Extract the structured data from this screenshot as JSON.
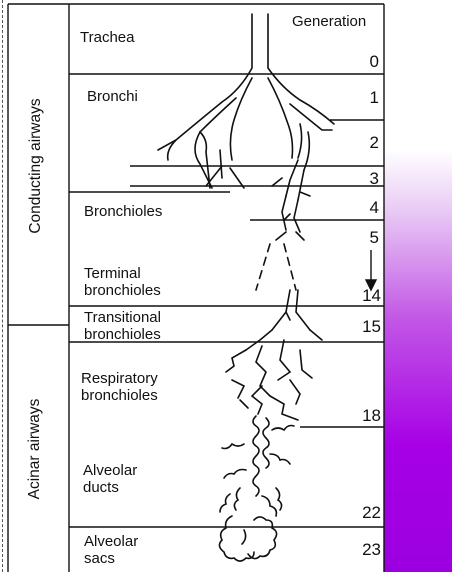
{
  "header": {
    "generation_label": "Generation"
  },
  "zones": {
    "conducting": "Conducting airways",
    "acinar": "Acinar airways"
  },
  "rows": [
    {
      "id": "trachea",
      "label": "Trachea",
      "generation": "0"
    },
    {
      "id": "bronchi",
      "label": "Bronchi",
      "generation": "1"
    },
    {
      "id": "bronchi-2",
      "label": "",
      "generation": "2"
    },
    {
      "id": "bronchi-3",
      "label": "",
      "generation": "3"
    },
    {
      "id": "bronchioles",
      "label": "Bronchioles",
      "generation": "4"
    },
    {
      "id": "bronchioles-5",
      "label": "",
      "generation": "5"
    },
    {
      "id": "terminal",
      "label": "Terminal\nbronchioles",
      "generation": "14"
    },
    {
      "id": "transitional",
      "label": "Transitional\nbronchioles",
      "generation": "15"
    },
    {
      "id": "respiratory",
      "label": "Respiratory\nbronchioles",
      "generation": "18"
    },
    {
      "id": "ducts",
      "label": "Alveolar\nducts",
      "generation": "22"
    },
    {
      "id": "sacs",
      "label": "Alveolar\nsacs",
      "generation": "23"
    }
  ],
  "colors": {
    "accent_bar": "#a700e6",
    "line": "#111111"
  }
}
